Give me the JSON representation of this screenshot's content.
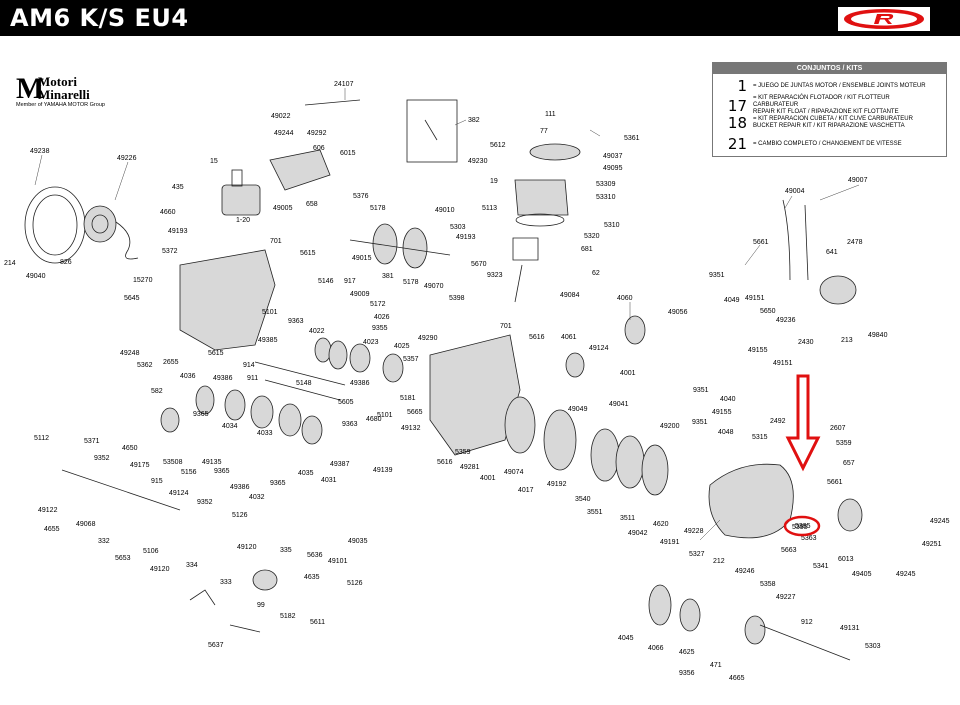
{
  "header": {
    "title": "AM6 K/S EU4",
    "brand_logo_icon": "rieju-r-logo-icon",
    "background": "#000000"
  },
  "maker_logo": {
    "line1": "Motori",
    "line2": "Minarelli",
    "tagline": "Member of YAMAHA MOTOR Group"
  },
  "kits_box": {
    "title": "CONJUNTOS / KITS",
    "items": [
      {
        "number": "1",
        "text1": "= JUEGO DE JUNTAS MOTOR / ENSEMBLE JOINTS MOTEUR",
        "text2": ""
      },
      {
        "number": "17",
        "text1": "= KIT REPARACIÓN FLOTADOR / KIT FLOTTEUR CARBURATEUR",
        "text2": "REPAIR KIT FLOAT / RIPARAZIONE KIT FLOTTANTE"
      },
      {
        "number": "18",
        "text1": "= KIT REPARACION CUBETA / KIT CUVE CARBURATEUR",
        "text2": "BUCKET REPAIR KIT / KIT RIPARAZIONE VASCHETTA"
      },
      {
        "number": "21",
        "text1": "= CAMBIO COMPLETO / CHANGEMENT DE VITESSE",
        "text2": ""
      }
    ]
  },
  "highlight": {
    "part": "5395",
    "color": "#e01010"
  },
  "labels": [
    "24107",
    "49022",
    "49292",
    "49244",
    "606",
    "6015",
    "382",
    "111",
    "77",
    "5361",
    "49238",
    "49226",
    "15",
    "5612",
    "49037",
    "49095",
    "49230",
    "19",
    "53309",
    "53310",
    "435",
    "5376",
    "49005",
    "658",
    "49010",
    "5113",
    "5310",
    "4660",
    "5178",
    "5320",
    "681",
    "49193",
    "1-20",
    "5303",
    "49193",
    "5372",
    "701",
    "5615",
    "49015",
    "5670",
    "9323",
    "62",
    "214",
    "49040",
    "826",
    "5146",
    "917",
    "381",
    "5178",
    "49070",
    "5398",
    "49084",
    "15270",
    "49009",
    "5645",
    "5101",
    "9363",
    "4022",
    "5172",
    "4026",
    "9355",
    "4023",
    "4025",
    "49248",
    "5362",
    "2655",
    "49385",
    "5615",
    "914",
    "911",
    "4036",
    "49386",
    "5148",
    "49386",
    "5605",
    "5181",
    "582",
    "9365",
    "4034",
    "4033",
    "5101",
    "9363",
    "49387",
    "49139",
    "49132",
    "4680",
    "5665",
    "5112",
    "5371",
    "9352",
    "4650",
    "49175",
    "53508",
    "5156",
    "49135",
    "9365",
    "49386",
    "4032",
    "9365",
    "4035",
    "4031",
    "49122",
    "915",
    "4655",
    "49124",
    "49068",
    "332",
    "9352",
    "5106",
    "5653",
    "49120",
    "5126",
    "335",
    "5636",
    "49035",
    "49120",
    "49101",
    "334",
    "333",
    "99",
    "4635",
    "5126",
    "5182",
    "5611",
    "5637",
    "49290",
    "5357",
    "701",
    "5616",
    "4061",
    "49124",
    "49049",
    "5359",
    "49281",
    "5616",
    "4001",
    "49074",
    "4017",
    "49192",
    "49041",
    "3540",
    "3551",
    "3511",
    "4620",
    "49042",
    "49191",
    "49228",
    "4060",
    "49056",
    "4001",
    "49200",
    "9351",
    "4048",
    "49155",
    "9351",
    "4040",
    "49155",
    "49151",
    "2492",
    "2607",
    "5359",
    "657",
    "5315",
    "5661",
    "5395",
    "5663",
    "5341",
    "6013",
    "49405",
    "49245",
    "49251",
    "49245",
    "5327",
    "212",
    "49246",
    "5358",
    "49227",
    "49004",
    "49007",
    "5661",
    "641",
    "2478",
    "9351",
    "49151",
    "5650",
    "49236",
    "4049",
    "2430",
    "213",
    "49840",
    "4045",
    "4066",
    "4625",
    "9356",
    "471",
    "4665",
    "912",
    "49131",
    "5303",
    "5363"
  ]
}
